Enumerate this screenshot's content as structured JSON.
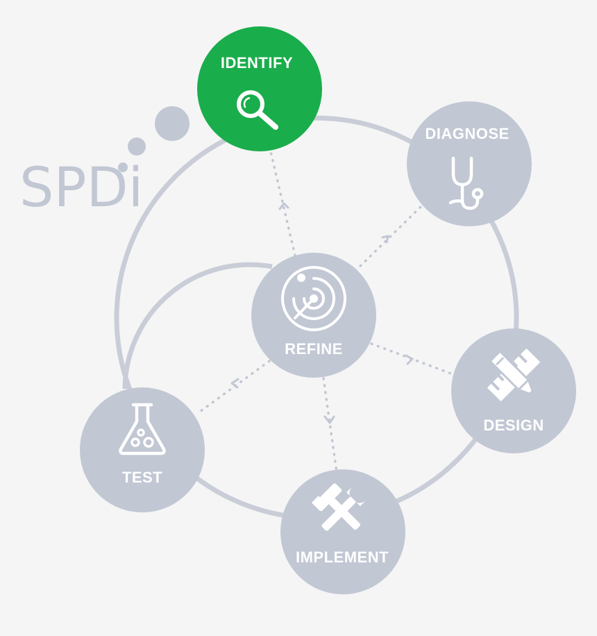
{
  "brand": {
    "name": "SPDi"
  },
  "colors": {
    "background": "#f5f5f5",
    "node": "#c1c7d3",
    "active": "#1aad4b",
    "ring": "#c9cdd7",
    "text": "#ffffff"
  },
  "nodes": {
    "identify": {
      "label": "IDENTIFY",
      "icon": "magnifier-icon",
      "active": true
    },
    "diagnose": {
      "label": "DIAGNOSE",
      "icon": "stethoscope-icon",
      "active": false
    },
    "design": {
      "label": "DESIGN",
      "icon": "pencil-ruler-icon",
      "active": false
    },
    "implement": {
      "label": "IMPLEMENT",
      "icon": "hammer-wrench-icon",
      "active": false
    },
    "test": {
      "label": "TEST",
      "icon": "flask-icon",
      "active": false
    },
    "refine": {
      "label": "REFINE",
      "icon": "radar-icon",
      "active": false
    }
  }
}
